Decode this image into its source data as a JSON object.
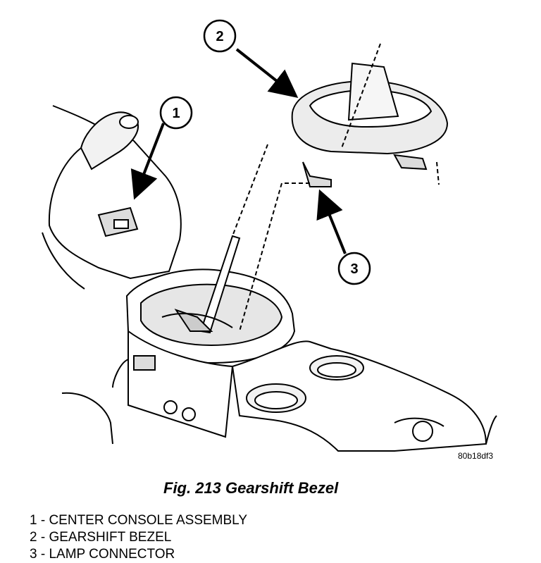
{
  "figure": {
    "image_code": "80b18df3",
    "caption": "Fig. 213 Gearshift Bezel",
    "callouts": [
      "1",
      "2",
      "3"
    ],
    "legend": [
      "1 - CENTER CONSOLE ASSEMBLY",
      "2 - GEARSHIFT BEZEL",
      "3 - LAMP CONNECTOR"
    ]
  }
}
